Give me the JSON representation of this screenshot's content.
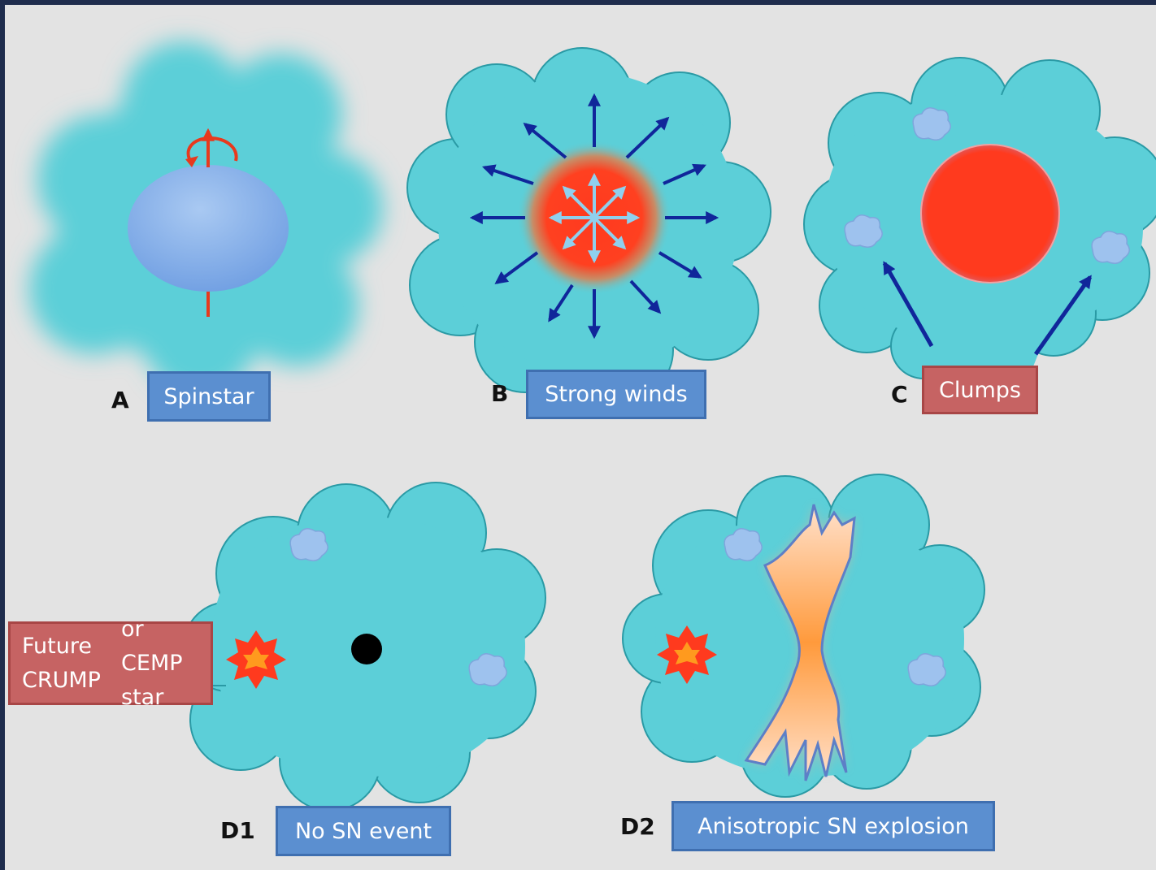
{
  "panels": {
    "A": {
      "letter": "A",
      "label": "Spinstar"
    },
    "B": {
      "letter": "B",
      "label": "Strong winds"
    },
    "C": {
      "letter": "C",
      "label": "Clumps"
    },
    "D1": {
      "letter": "D1",
      "label": "No SN event",
      "callout_line1": "Future CRUMP",
      "callout_line2": "or CEMP star"
    },
    "D2": {
      "letter": "D2",
      "label": "Anisotropic SN explosion"
    }
  },
  "colors": {
    "background": "#e3e3e3",
    "frame": "#1f2d4d",
    "cloud": "#5ccfd8",
    "cloud_edge": "#2a9aa5",
    "arrow": "#10269a",
    "star_core": "#ff3a1e",
    "label_blue": "#5b8fd0",
    "label_red": "#c66363"
  },
  "icons": [
    "spin-arrow-icon",
    "wind-arrow-icon",
    "clump-icon",
    "star-burst-icon",
    "black-hole-icon",
    "explosion-jet-icon"
  ]
}
